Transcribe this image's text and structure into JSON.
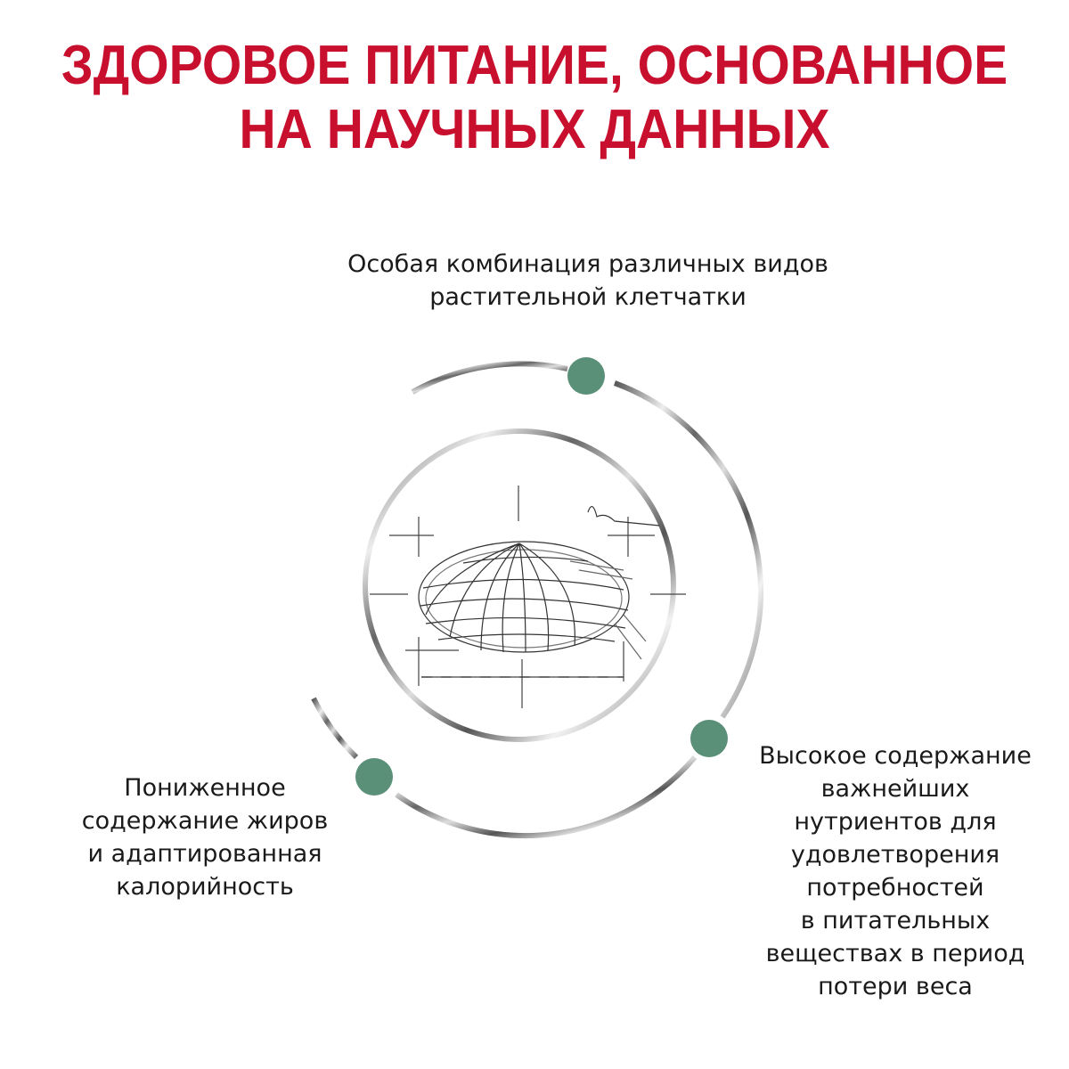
{
  "title": {
    "line1": "ЗДОРОВОЕ ПИТАНИЕ, ОСНОВАННОЕ",
    "line2": "НА НАУЧНЫХ ДАННЫХ"
  },
  "benefits": {
    "top": [
      "Особая комбинация различных видов",
      "растительной клетчатки"
    ],
    "left": [
      "Пониженное",
      "содержание жиров",
      "и адаптированная",
      "калорийность"
    ],
    "right": [
      "Высокое содержание",
      "важнейших",
      "нутриентов для",
      "удовлетворения",
      "потребностей",
      "в питательных",
      "веществах в период",
      "потери веса"
    ]
  },
  "colors": {
    "accent": "#c8102e",
    "dot": "#5a8f78"
  }
}
